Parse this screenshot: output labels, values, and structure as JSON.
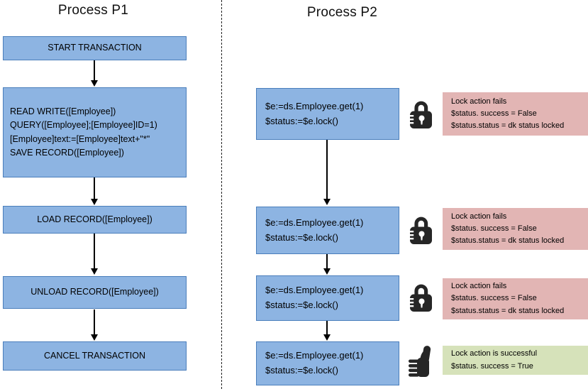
{
  "p1": {
    "title": "Process P1",
    "boxes": [
      {
        "lines": [
          "START TRANSACTION"
        ]
      },
      {
        "lines": [
          "READ WRITE([Employee])",
          "QUERY([Employee];[Employee]ID=1)",
          "[Employee]text:=[Employee]text+\"*\"",
          "SAVE RECORD([Employee])"
        ]
      },
      {
        "lines": [
          "LOAD RECORD([Employee])"
        ]
      },
      {
        "lines": [
          "UNLOAD RECORD([Employee])"
        ]
      },
      {
        "lines": [
          "CANCEL TRANSACTION"
        ]
      }
    ]
  },
  "p2": {
    "title": "Process P2",
    "boxes": [
      {
        "lines": [
          "$e:=ds.Employee.get(1)",
          "$status:=$e.lock()"
        ]
      },
      {
        "lines": [
          "$e:=ds.Employee.get(1)",
          "$status:=$e.lock()"
        ]
      },
      {
        "lines": [
          "$e:=ds.Employee.get(1)",
          "$status:=$e.lock()"
        ]
      },
      {
        "lines": [
          "$e:=ds.Employee.get(1)",
          "$status:=$e.lock()"
        ]
      }
    ],
    "icons": [
      "lock-icon",
      "lock-icon",
      "lock-icon",
      "thumbs-up-icon"
    ],
    "notes": [
      {
        "type": "fail",
        "lines": [
          "Lock action fails",
          "$status. success = False",
          "$status.status = dk status locked"
        ]
      },
      {
        "type": "fail",
        "lines": [
          "Lock action fails",
          "$status. success = False",
          "$status.status = dk status locked"
        ]
      },
      {
        "type": "fail",
        "lines": [
          "Lock action fails",
          "$status. success = False",
          "$status.status = dk status locked"
        ]
      },
      {
        "type": "success",
        "lines": [
          "Lock action is successful",
          "$status. success = True"
        ]
      }
    ]
  },
  "colors": {
    "box_fill": "#8db4e2",
    "box_border": "#4a7ebb",
    "fail_note_bg": "#e2b5b4",
    "success_note_bg": "#d6e2ba",
    "icon_color": "#262626",
    "arrow_color": "#000000",
    "divider_color": "#1f1f1f"
  }
}
